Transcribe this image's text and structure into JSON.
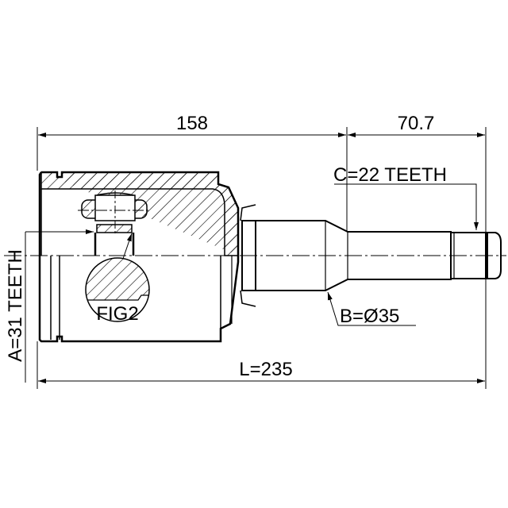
{
  "drawing": {
    "dim_inner_length": "158",
    "dim_stem_length": "70.7",
    "dim_total_length": "L=235",
    "spline_a": "A=31 TEETH",
    "spline_c": "C=22 TEETH",
    "diameter_b": "B=Ø35",
    "detail_label": "FIG2"
  },
  "colors": {
    "line": "#000000",
    "background": "#ffffff"
  }
}
